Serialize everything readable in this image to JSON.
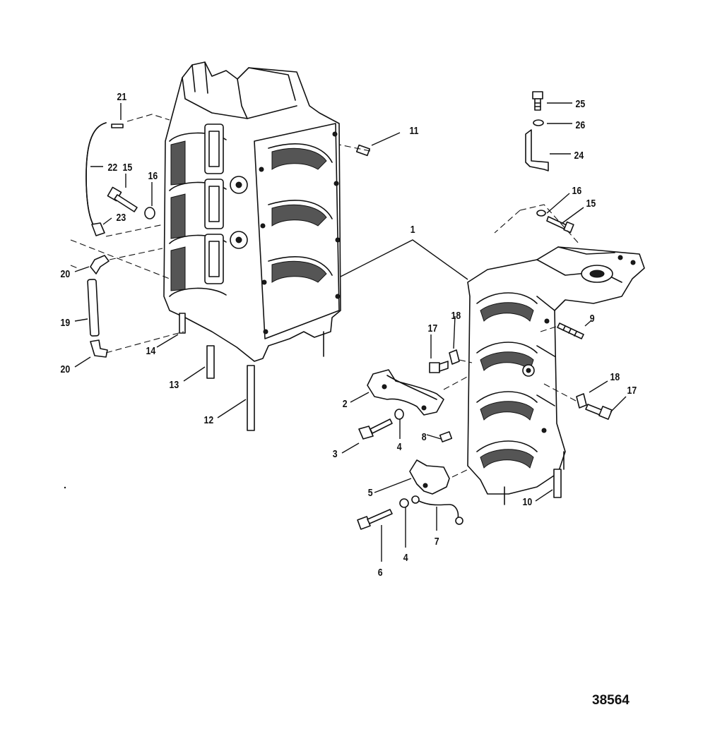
{
  "figure_number": "38564",
  "callouts": {
    "c1": "1",
    "c2": "2",
    "c3": "3",
    "c4a": "4",
    "c4b": "4",
    "c5": "5",
    "c6": "6",
    "c7": "7",
    "c8": "8",
    "c9": "9",
    "c10": "10",
    "c11": "11",
    "c12": "12",
    "c13": "13",
    "c14": "14",
    "c15a": "15",
    "c15b": "15",
    "c16a": "16",
    "c16b": "16",
    "c17a": "17",
    "c17b": "17",
    "c18a": "18",
    "c18b": "18",
    "c19": "19",
    "c20a": "20",
    "c20b": "20",
    "c21": "21",
    "c22": "22",
    "c23": "23",
    "c24": "24",
    "c25": "25",
    "c26": "26"
  }
}
